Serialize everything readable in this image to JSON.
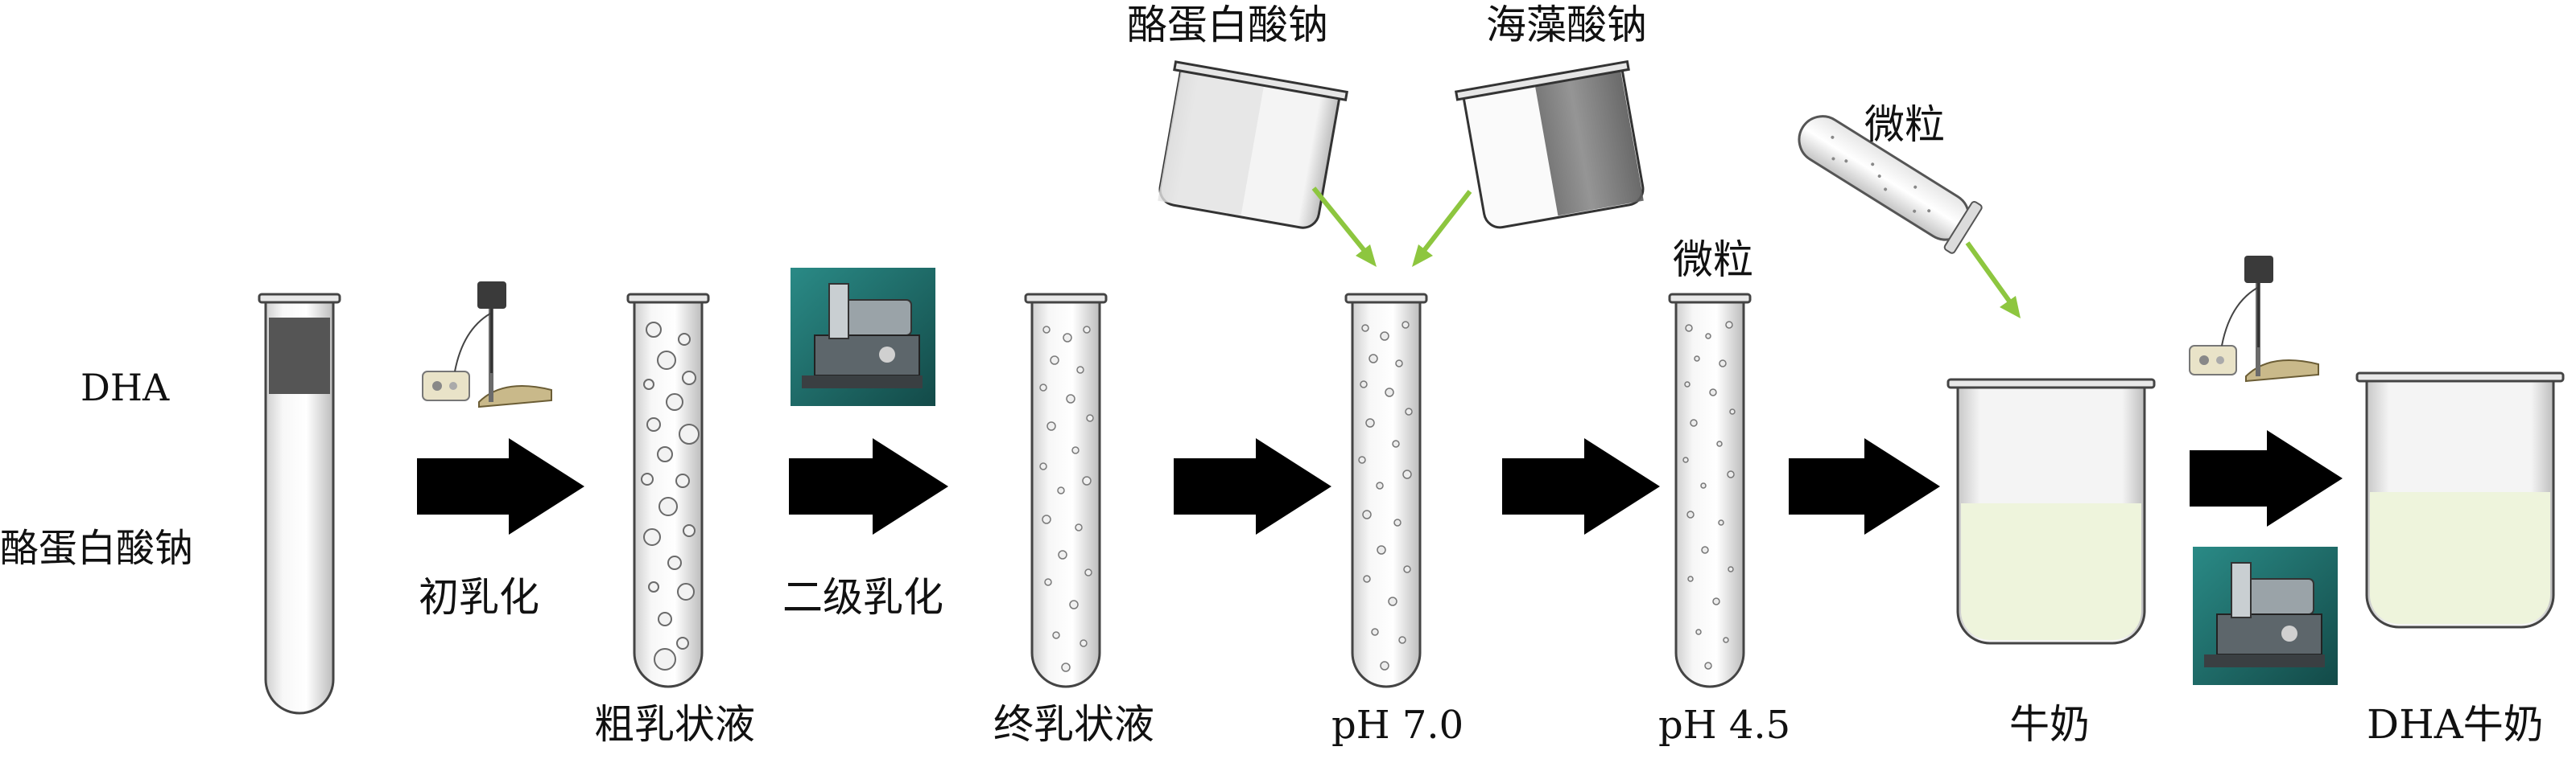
{
  "labels": {
    "dha": "DHA",
    "casein_left": "酪蛋白酸钠",
    "primary_emulsify": "初乳化",
    "secondary_emulsify": "二级乳化",
    "coarse_emulsion": "粗乳状液",
    "final_emulsion": "终乳状液",
    "ph70": "pH 7.0",
    "ph45": "pH 4.5",
    "milk": "牛奶",
    "dha_milk": "DHA牛奶",
    "casein_top": "酪蛋白酸钠",
    "alginate_top": "海藻酸钠",
    "microparticle_tube": "微粒",
    "microparticle_vial": "微粒"
  },
  "icons": {
    "mixer_1": "overhead-stirrer-icon",
    "homogenizer_1": "homogenizer-icon",
    "mixer_2": "overhead-stirrer-icon",
    "homogenizer_2": "homogenizer-icon"
  },
  "colors": {
    "arrow": "#000000",
    "green_arrow": "#8dc63f",
    "milk_fill": "#eef4dc",
    "tube_stroke": "#444444",
    "dha_layer": "#555555",
    "icon_bg": "#1f6e6a"
  }
}
